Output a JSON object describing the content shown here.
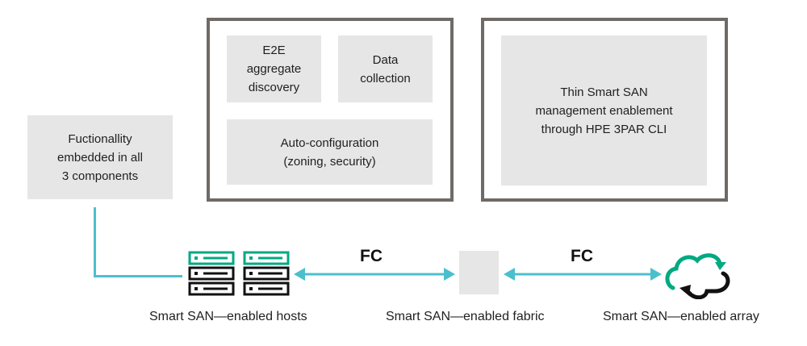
{
  "diagram": {
    "left_note": "Fuctionallity\nembedded in all\n3 components",
    "host_box": {
      "items": [
        {
          "label": "E2E\naggregate\ndiscovery"
        },
        {
          "label": "Data\ncollection"
        },
        {
          "label": "Auto-configuration\n(zoning, security)"
        }
      ]
    },
    "array_box": {
      "label": "Thin Smart SAN\nmanagement enablement\nthrough HPE 3PAR CLI"
    },
    "links": [
      {
        "label": "FC"
      },
      {
        "label": "FC"
      }
    ],
    "components": [
      {
        "label": "Smart SAN—enabled hosts",
        "icon": "server-rack-icon"
      },
      {
        "label": "Smart SAN—enabled fabric",
        "icon": "fabric-switch-icon"
      },
      {
        "label": "Smart SAN—enabled array",
        "icon": "cloud-sync-icon"
      }
    ],
    "colors": {
      "accent_teal": "#4cbfcd",
      "hpe_green": "#01a982",
      "box_gray": "#e6e6e7",
      "frame_gray": "#6f6a66"
    }
  }
}
